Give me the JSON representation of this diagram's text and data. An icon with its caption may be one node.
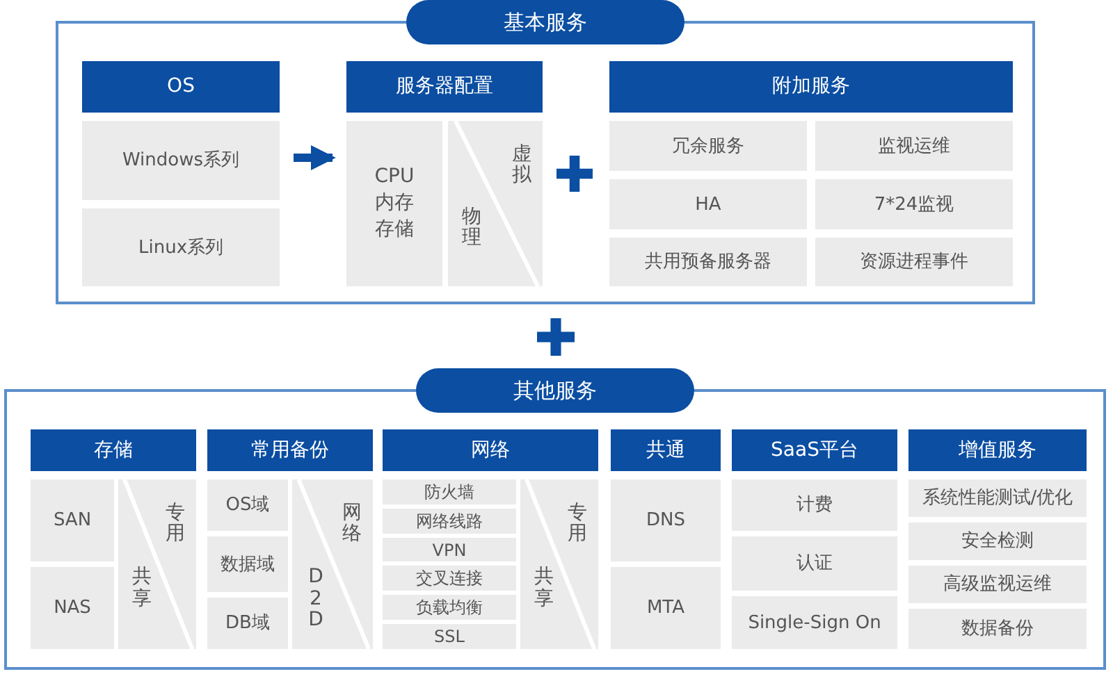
{
  "diagram": {
    "nodes": [
      {
        "text": [
          "基本服务"
        ]
      },
      {
        "text": [
          "OS"
        ],
        "in": 0
      },
      {
        "text": [
          "Windows系列"
        ],
        "in": 0
      },
      {
        "text": [
          "Linux系列"
        ],
        "in": 0
      },
      {
        "text": [
          "服务器配置"
        ],
        "in": 0
      },
      {
        "text": [
          "CPU",
          "内存",
          "存储"
        ],
        "in": 0
      },
      {
        "text": [
          "虚拟",
          "物理"
        ],
        "in": 0
      },
      {
        "text": [
          "附加服务"
        ],
        "in": 0
      },
      {
        "text": [
          "冗余服务"
        ],
        "in": 0
      },
      {
        "text": [
          "监视运维"
        ],
        "in": 0
      },
      {
        "text": [
          "HA"
        ],
        "in": 0
      },
      {
        "text": [
          "7*24监视"
        ],
        "in": 0
      },
      {
        "text": [
          "共用预备服务器"
        ],
        "in": 0
      },
      {
        "text": [
          "资源进程事件"
        ],
        "in": 0
      },
      {
        "text": [
          "其他服务"
        ]
      },
      {
        "text": [
          "存储"
        ],
        "in": 14
      },
      {
        "text": [
          "SAN"
        ],
        "in": 14
      },
      {
        "text": [
          "NAS"
        ],
        "in": 14
      },
      {
        "text": [
          "专用",
          "共享"
        ],
        "in": 14
      },
      {
        "text": [
          "常用备份"
        ],
        "in": 14
      },
      {
        "text": [
          "OS域"
        ],
        "in": 14
      },
      {
        "text": [
          "数据域"
        ],
        "in": 14
      },
      {
        "text": [
          "DB域"
        ],
        "in": 14
      },
      {
        "text": [
          "网络",
          "D2D"
        ],
        "in": 14
      },
      {
        "text": [
          "网络"
        ],
        "in": 14
      },
      {
        "text": [
          "防火墙"
        ],
        "in": 14
      },
      {
        "text": [
          "网络线路"
        ],
        "in": 14
      },
      {
        "text": [
          "VPN"
        ],
        "in": 14
      },
      {
        "text": [
          "交叉连接"
        ],
        "in": 14
      },
      {
        "text": [
          "负载均衡"
        ],
        "in": 14
      },
      {
        "text": [
          "SSL"
        ],
        "in": 14
      },
      {
        "text": [
          "专用",
          "共享"
        ],
        "in": 14
      },
      {
        "text": [
          "共通"
        ],
        "in": 14
      },
      {
        "text": [
          "DNS"
        ],
        "in": 14
      },
      {
        "text": [
          "MTA"
        ],
        "in": 14
      },
      {
        "text": [
          "SaaS平台"
        ],
        "in": 14
      },
      {
        "text": [
          "计费"
        ],
        "in": 14
      },
      {
        "text": [
          "认证"
        ],
        "in": 14
      },
      {
        "text": [
          "Single-Sign On"
        ],
        "in": 14
      },
      {
        "text": [
          "增值服务"
        ],
        "in": 14
      },
      {
        "text": [
          "系统性能测试/优化"
        ],
        "in": 14
      },
      {
        "text": [
          "安全检测"
        ],
        "in": 14
      },
      {
        "text": [
          "高级监视运维"
        ],
        "in": 14
      },
      {
        "text": [
          "数据备份"
        ],
        "in": 14
      }
    ],
    "edges": [
      {
        "from": 2,
        "to": 5,
        "arrow": "to"
      }
    ]
  }
}
